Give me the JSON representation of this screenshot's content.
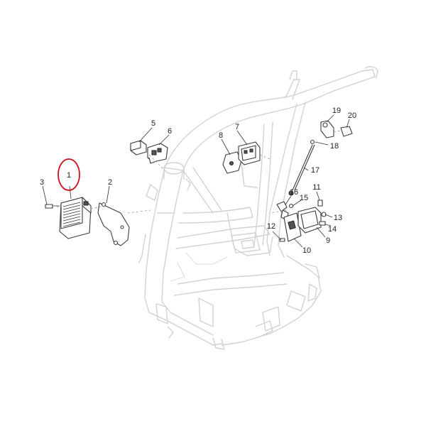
{
  "diagram": {
    "highlight_color": "#d0101c",
    "highlighted_part": "1",
    "callouts": [
      {
        "id": "c1",
        "label": "1"
      },
      {
        "id": "c2",
        "label": "2"
      },
      {
        "id": "c3",
        "label": "3"
      },
      {
        "id": "c5",
        "label": "5"
      },
      {
        "id": "c6",
        "label": "6"
      },
      {
        "id": "c7",
        "label": "7"
      },
      {
        "id": "c8",
        "label": "8"
      },
      {
        "id": "c9",
        "label": "9"
      },
      {
        "id": "c10",
        "label": "10"
      },
      {
        "id": "c11",
        "label": "11"
      },
      {
        "id": "c12",
        "label": "12"
      },
      {
        "id": "c13",
        "label": "13"
      },
      {
        "id": "c14",
        "label": "14"
      },
      {
        "id": "c15",
        "label": "15"
      },
      {
        "id": "c16",
        "label": "16"
      },
      {
        "id": "c17",
        "label": "17"
      },
      {
        "id": "c18",
        "label": "18"
      },
      {
        "id": "c19",
        "label": "19"
      },
      {
        "id": "c20",
        "label": "20"
      }
    ]
  }
}
